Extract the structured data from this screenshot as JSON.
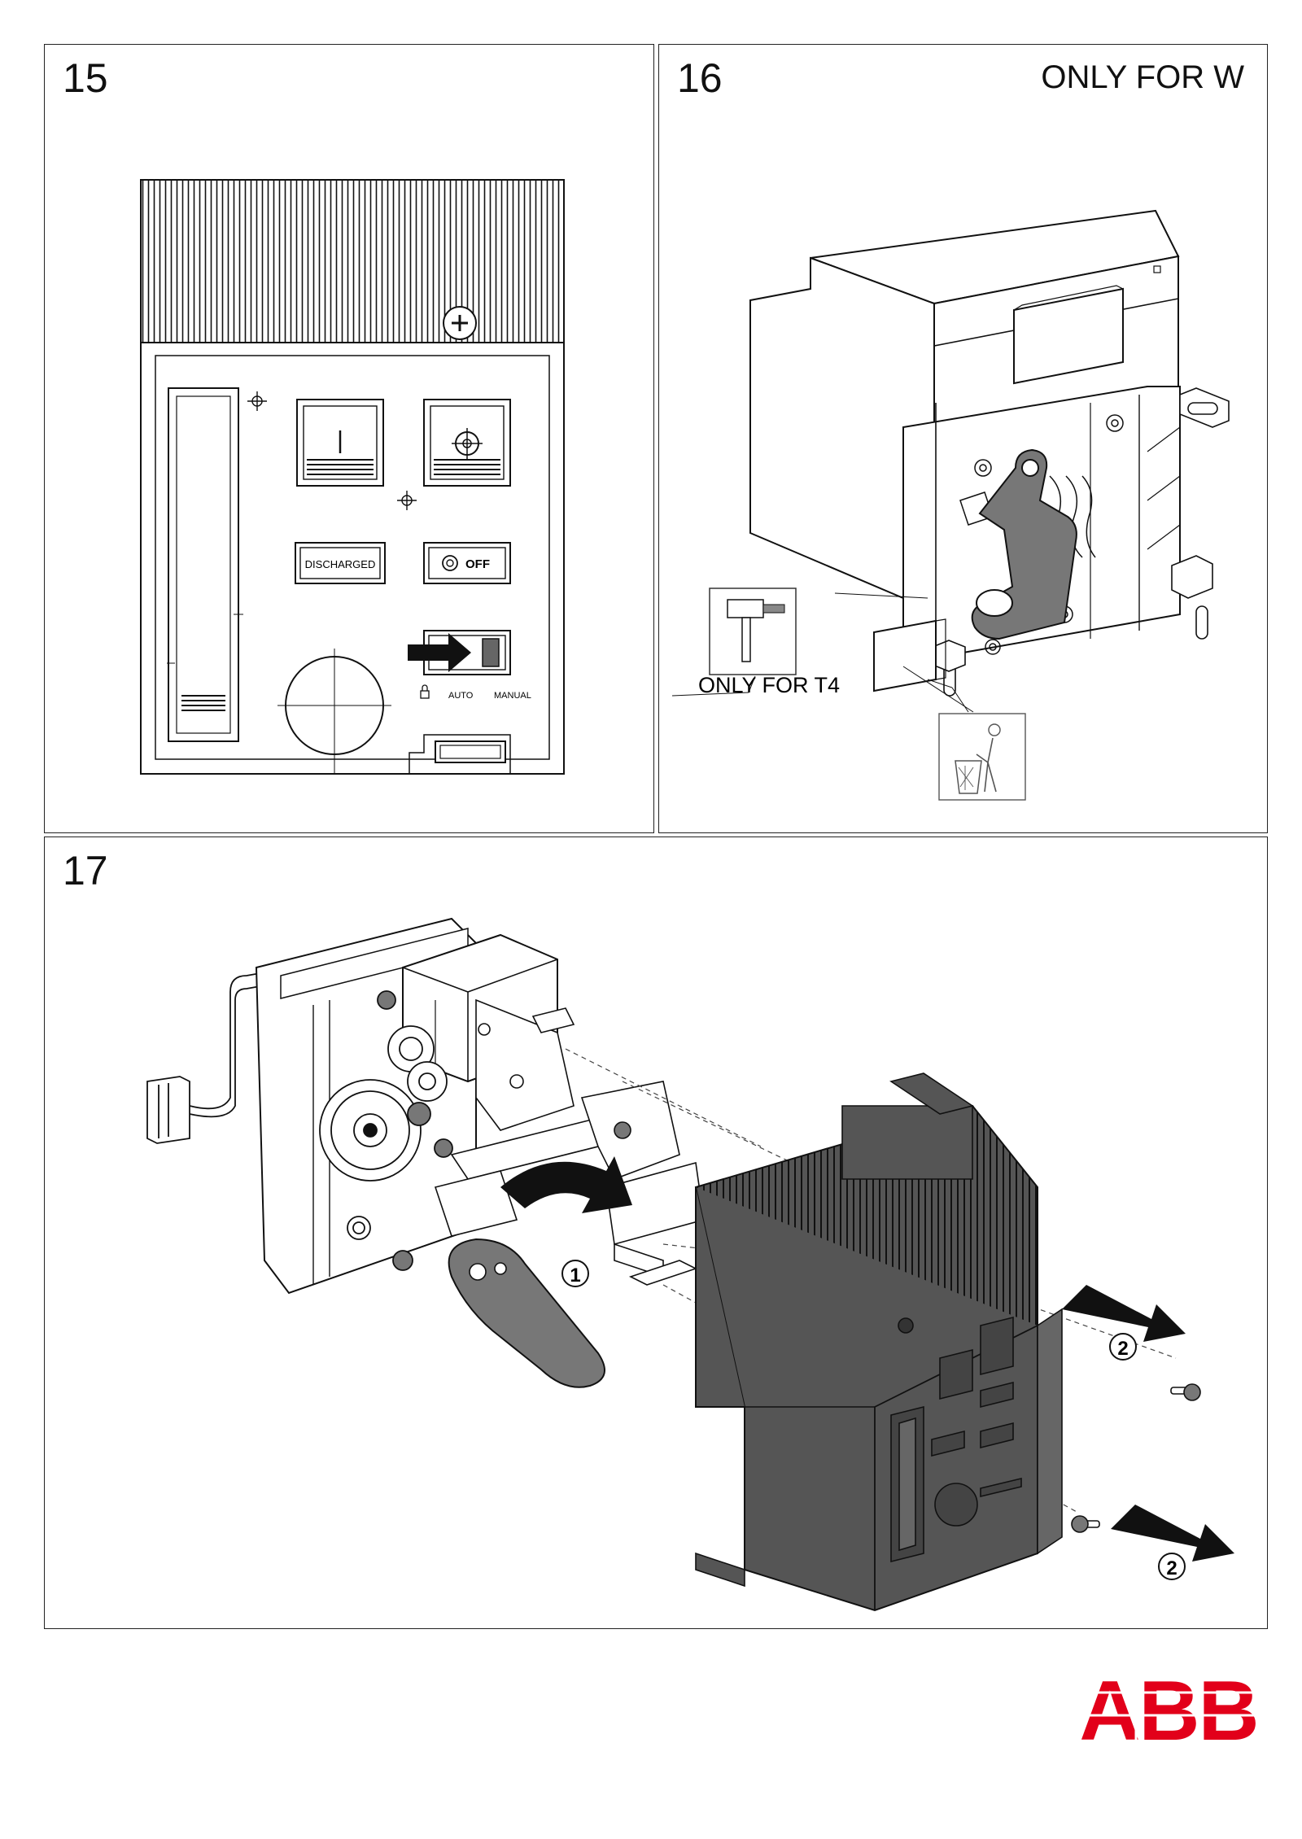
{
  "brand": {
    "logo_text": "ABB",
    "color": "#e2001a"
  },
  "panels": {
    "p15": {
      "number": "15",
      "buttons": {
        "discharged": "DISCHARGED",
        "off": "OFF",
        "auto": "AUTO",
        "manual": "MANUAL"
      }
    },
    "p16": {
      "number": "16",
      "title": "ONLY FOR W",
      "callout": "ONLY FOR T4",
      "icons": [
        "hammer-icon",
        "trash-bin-icon"
      ]
    },
    "p17": {
      "number": "17",
      "steps": [
        "1",
        "2",
        "2"
      ]
    }
  }
}
